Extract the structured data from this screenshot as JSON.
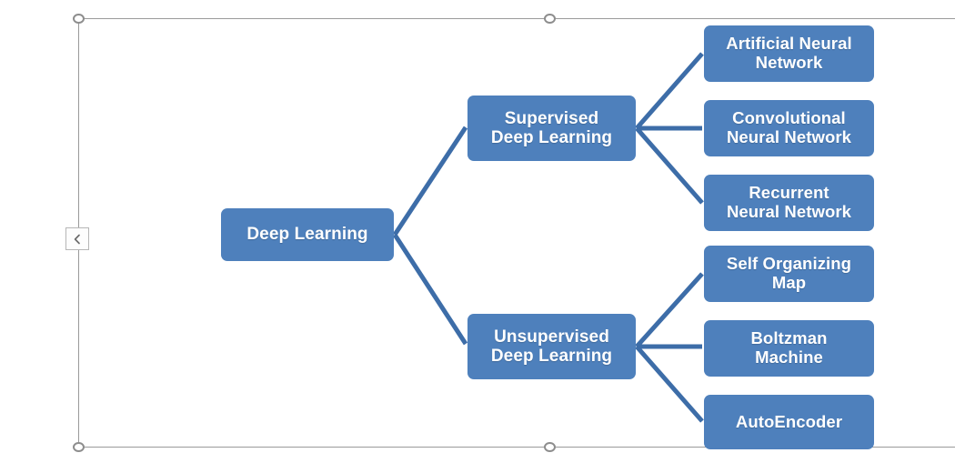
{
  "diagram": {
    "type": "smartart-hierarchy",
    "accent_color": "#4E80BC",
    "text_color": "#FFFFFF",
    "frame_color": "#9A9A9A",
    "root": {
      "label": "Deep Learning"
    },
    "branches": [
      {
        "label": "Supervised\nDeep Learning",
        "line1": "Supervised",
        "line2": "Deep Learning"
      },
      {
        "label": "Unsupervised\nDeep Learning",
        "line1": "Unsupervised",
        "line2": "Deep Learning"
      }
    ],
    "leaves": [
      {
        "line1": "Artificial Neural",
        "line2": "Network"
      },
      {
        "line1": "Convolutional",
        "line2": "Neural Network"
      },
      {
        "line1": "Recurrent",
        "line2": "Neural Network"
      },
      {
        "line1": "Self Organizing",
        "line2": "Map"
      },
      {
        "line1": "Boltzman",
        "line2": "Machine"
      },
      {
        "line1": "AutoEncoder",
        "line2": ""
      }
    ]
  },
  "selection": {
    "pane_toggle_glyph": "‹",
    "handles": [
      "top-left",
      "top-center",
      "bottom-left",
      "bottom-center"
    ]
  }
}
